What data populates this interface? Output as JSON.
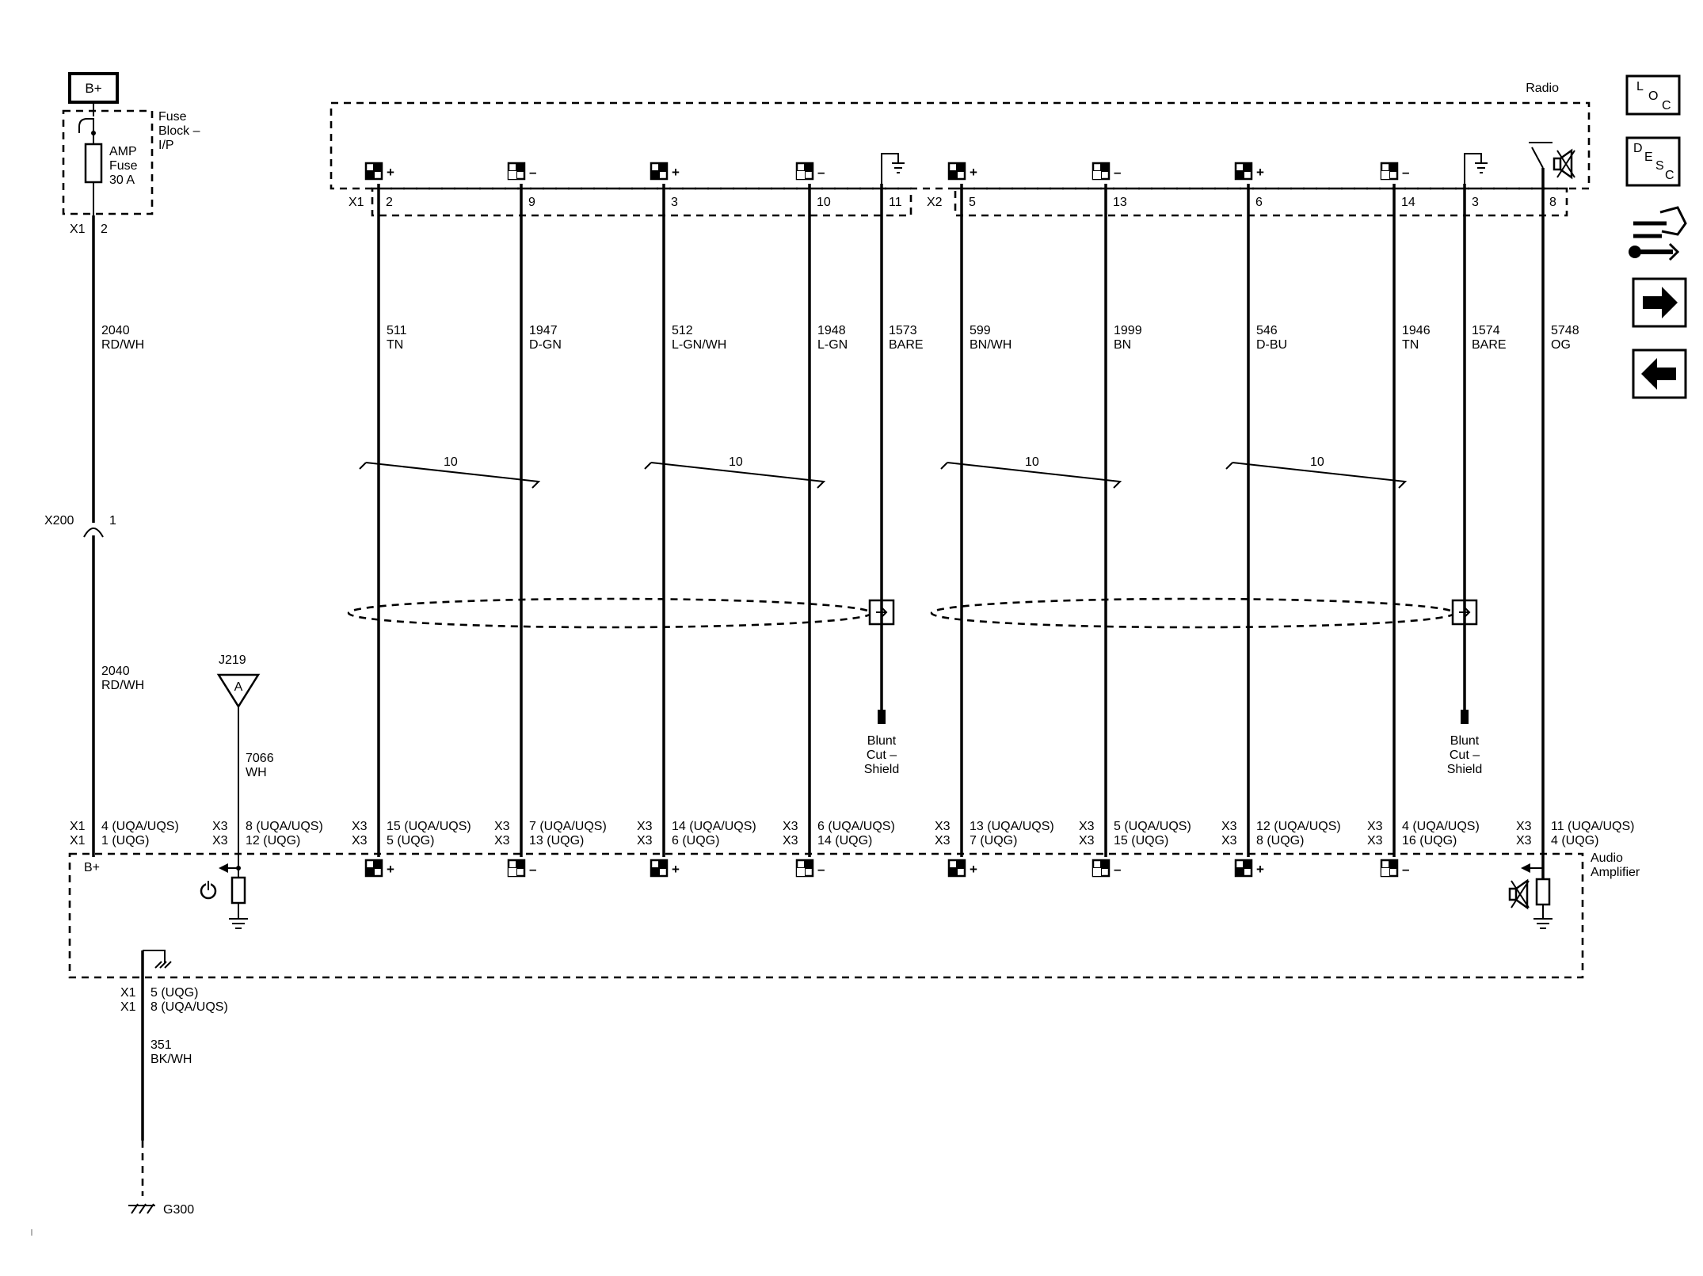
{
  "supply": {
    "label": "B+",
    "fuse_block": [
      "Fuse",
      "Block –",
      "I/P"
    ],
    "fuse": [
      "AMP",
      "Fuse",
      "30 A"
    ],
    "conn": "X1",
    "pin": "2"
  },
  "supply_wire": {
    "circuit": "2040",
    "color": "RD/WH"
  },
  "inline_connector": {
    "id": "X200",
    "pin": "1"
  },
  "supply_wire2": {
    "circuit": "2040",
    "color": "RD/WH"
  },
  "amp_supply": {
    "conn1": "X1",
    "pin1": "4 (UQA/UQS)",
    "conn2": "X1",
    "pin2": "1 (UQG)",
    "label": "B+"
  },
  "splice": {
    "id": "J219",
    "letter": "A"
  },
  "splice_wire": {
    "circuit": "7066",
    "color": "WH"
  },
  "splice_conn": {
    "conn1": "X3",
    "pin1": "8 (UQA/UQS)",
    "conn2": "X3",
    "pin2": "12 (UQG)"
  },
  "radio": {
    "label": "Radio",
    "x1": "X1",
    "x2": "X2"
  },
  "amplifier": {
    "label": [
      "Audio",
      "Amplifier"
    ]
  },
  "wires": [
    {
      "pin": "2",
      "circuit": "511",
      "color": "TN",
      "sign": "+",
      "a1": "X3",
      "p1": "15 (UQA/UQS)",
      "a2": "X3",
      "p2": "5 (UQG)"
    },
    {
      "pin": "9",
      "circuit": "1947",
      "color": "D-GN",
      "sign": "–",
      "a1": "X3",
      "p1": "7 (UQA/UQS)",
      "a2": "X3",
      "p2": "13 (UQG)"
    },
    {
      "pin": "3",
      "circuit": "512",
      "color": "L-GN/WH",
      "sign": "+",
      "a1": "X3",
      "p1": "14 (UQA/UQS)",
      "a2": "X3",
      "p2": "6 (UQG)"
    },
    {
      "pin": "10",
      "circuit": "1948",
      "color": "L-GN",
      "sign": "–",
      "a1": "X3",
      "p1": "6 (UQA/UQS)",
      "a2": "X3",
      "p2": "14 (UQG)"
    },
    {
      "pin": "5",
      "circuit": "599",
      "color": "BN/WH",
      "sign": "+",
      "a1": "X3",
      "p1": "13 (UQA/UQS)",
      "a2": "X3",
      "p2": "7 (UQG)"
    },
    {
      "pin": "13",
      "circuit": "1999",
      "color": "BN",
      "sign": "–",
      "a1": "X3",
      "p1": "5 (UQA/UQS)",
      "a2": "X3",
      "p2": "15 (UQG)"
    },
    {
      "pin": "6",
      "circuit": "546",
      "color": "D-BU",
      "sign": "+",
      "a1": "X3",
      "p1": "12 (UQA/UQS)",
      "a2": "X3",
      "p2": "8 (UQG)"
    },
    {
      "pin": "14",
      "circuit": "1946",
      "color": "TN",
      "sign": "–",
      "a1": "X3",
      "p1": "4 (UQA/UQS)",
      "a2": "X3",
      "p2": "16 (UQG)"
    }
  ],
  "drains": [
    {
      "pin": "11",
      "circuit": "1573",
      "color": "BARE",
      "label": [
        "Blunt",
        "Cut –",
        "Shield"
      ]
    },
    {
      "pin": "3",
      "circuit": "1574",
      "color": "BARE",
      "label": [
        "Blunt",
        "Cut –",
        "Shield"
      ]
    }
  ],
  "twists": [
    "10",
    "10",
    "10",
    "10"
  ],
  "control": {
    "pin": "8",
    "circuit": "5748",
    "color": "OG",
    "a1": "X3",
    "p1": "11 (UQA/UQS)",
    "a2": "X3",
    "p2": "4 (UQG)"
  },
  "ground": {
    "conn1": "X1",
    "pin1": "5 (UQG)",
    "conn2": "X1",
    "pin2": "8 (UQA/UQS)",
    "circuit": "351",
    "color": "BK/WH",
    "id": "G300"
  },
  "nav": {
    "loc": [
      "L",
      "O",
      "C"
    ],
    "desc": [
      "D",
      "E",
      "S",
      "C"
    ]
  }
}
